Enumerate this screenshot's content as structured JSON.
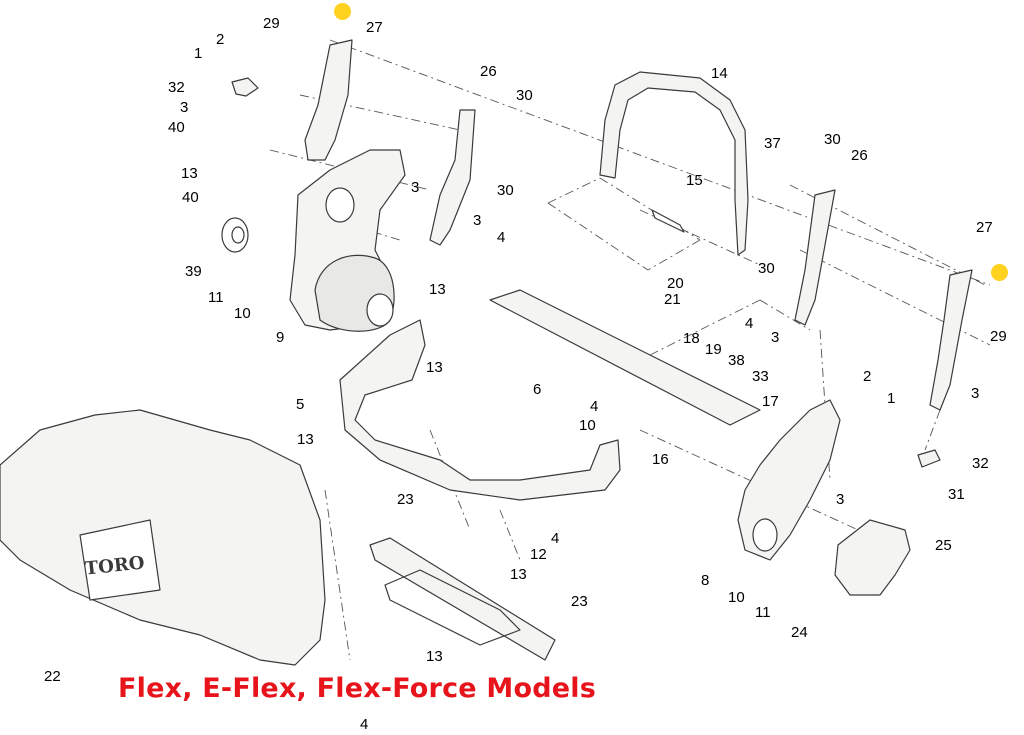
{
  "caption": "Flex, E-Flex, Flex-Force Models",
  "colors": {
    "caption": "#e8141b",
    "highlight": "#ffd21f",
    "part_fill": "#f4f4f2",
    "part_stroke": "#3a3a3a",
    "guide_line": "#555555"
  },
  "logo_text": "TORO",
  "callouts": {
    "c29a": "29",
    "c27a": "27",
    "c2a": "2",
    "c1a": "1",
    "c32a": "32",
    "c3a": "3",
    "c40a": "40",
    "c13a": "13",
    "c40b": "40",
    "c39": "39",
    "c11a": "11",
    "c10a": "10",
    "c9": "9",
    "c3b": "3",
    "c26a": "26",
    "c30a": "30",
    "c30b": "30",
    "c3c": "3",
    "c4a": "4",
    "c13b": "13",
    "c14": "14",
    "c15": "15",
    "c20": "20",
    "c21": "21",
    "c37": "37",
    "c30c": "30",
    "c26b": "26",
    "c30d": "30",
    "c27b": "27",
    "c4b": "4",
    "c3d": "3",
    "c29b": "29",
    "c3e": "3",
    "c32b": "32",
    "c18": "18",
    "c19": "19",
    "c38": "38",
    "c33": "33",
    "c6": "6",
    "c5": "5",
    "c13c": "13",
    "c13d": "13",
    "c4c": "4",
    "c10b": "10",
    "c17": "17",
    "c16": "16",
    "c2b": "2",
    "c1b": "1",
    "c3f": "3",
    "c31": "31",
    "c23a": "23",
    "c4d": "4",
    "c12": "12",
    "c13e": "13",
    "c23b": "23",
    "c13f": "13",
    "c22": "22",
    "c8": "8",
    "c10c": "10",
    "c11b": "11",
    "c25": "25",
    "c24": "24",
    "c4e": "4"
  }
}
